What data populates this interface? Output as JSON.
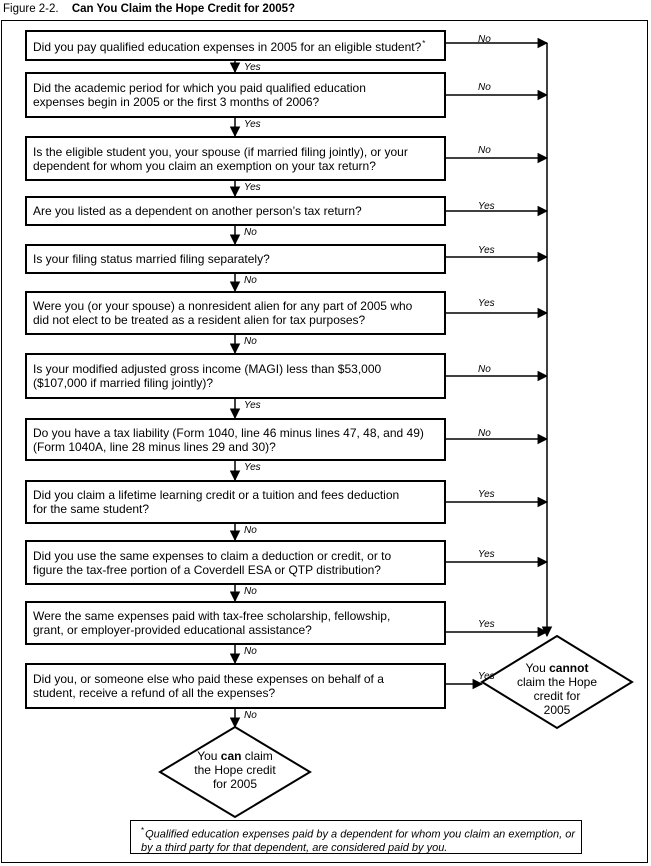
{
  "figure": {
    "number": "Figure 2-2.",
    "title": "Can You Claim the Hope Credit for 2005?"
  },
  "questions": [
    {
      "line1": "Did you pay qualified education expenses in 2005 for an eligible student?",
      "mark": "*",
      "down_label": "Yes",
      "side_label": "No"
    },
    {
      "line1": "Did the academic period for which you paid qualified education",
      "line2": "expenses begin in 2005 or the first 3 months of 2006?",
      "down_label": "Yes",
      "side_label": "No"
    },
    {
      "line1": "Is the eligible student you, your spouse (if married filing jointly), or your",
      "line2": "dependent for whom you claim an exemption on your tax return?",
      "down_label": "Yes",
      "side_label": "No"
    },
    {
      "line1": "Are you listed as a dependent on another person’s tax return?",
      "down_label": "No",
      "side_label": "Yes"
    },
    {
      "line1": "Is your filing status married filing separately?",
      "down_label": "No",
      "side_label": "Yes"
    },
    {
      "line1": "Were you (or your spouse) a nonresident alien for any part of 2005 who",
      "line2": "did not elect to be treated as a resident alien for tax purposes?",
      "down_label": "No",
      "side_label": "Yes"
    },
    {
      "line1": "Is your modified adjusted gross income (MAGI) less than $53,000",
      "line2": "($107,000 if married filing jointly)?",
      "down_label": "Yes",
      "side_label": "No"
    },
    {
      "line1": "Do you have a tax liability (Form 1040, line 46 minus lines 47, 48, and 49)",
      "line2": "(Form 1040A, line 28 minus lines 29 and 30)?",
      "down_label": "Yes",
      "side_label": "No"
    },
    {
      "line1": "Did you claim a lifetime learning credit or a tuition and fees deduction",
      "line2": "for the same student?",
      "down_label": "No",
      "side_label": "Yes"
    },
    {
      "line1": "Did you use the same expenses to claim a deduction or credit, or to",
      "line2": "figure the tax-free portion of a Coverdell ESA or QTP distribution?",
      "down_label": "No",
      "side_label": "Yes"
    },
    {
      "line1": "Were the same expenses paid with tax-free scholarship, fellowship,",
      "line2": "grant, or employer-provided educational assistance?",
      "down_label": "No",
      "side_label": "Yes"
    },
    {
      "line1": "Did you, or someone else who paid these expenses on behalf of a",
      "line2": "student, receive a refund of all the expenses?",
      "down_label": "No",
      "side_label": "Yes"
    }
  ],
  "outcomes": {
    "cannot": {
      "l1_pre": "You ",
      "l1_bold": "cannot",
      "l2": "claim the Hope",
      "l3": "credit for",
      "l4": "2005"
    },
    "can": {
      "l1_pre": "You ",
      "l1_bold": "can",
      "l1_post": " claim",
      "l2": "the Hope credit",
      "l3": "for 2005"
    }
  },
  "footnote": {
    "mark": "*",
    "text": "Qualified education expenses paid by a dependent for whom you claim an exemption, or by a third party for that dependent, are considered paid by you."
  }
}
